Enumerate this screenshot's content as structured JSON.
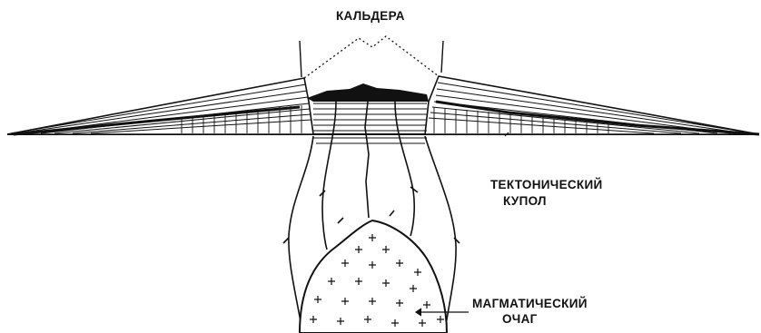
{
  "labels": {
    "caldera": "КАЛЬДЕРА",
    "tectonic_dome_line1": "ТЕКТОНИЧЕСКИЙ",
    "tectonic_dome_line2": "КУПОЛ",
    "magma_chamber_line1": "МАГМАТИЧЕСКИЙ",
    "magma_chamber_line2": "ОЧАГ"
  },
  "colors": {
    "ink": "#111111",
    "background": "#ffffff"
  }
}
